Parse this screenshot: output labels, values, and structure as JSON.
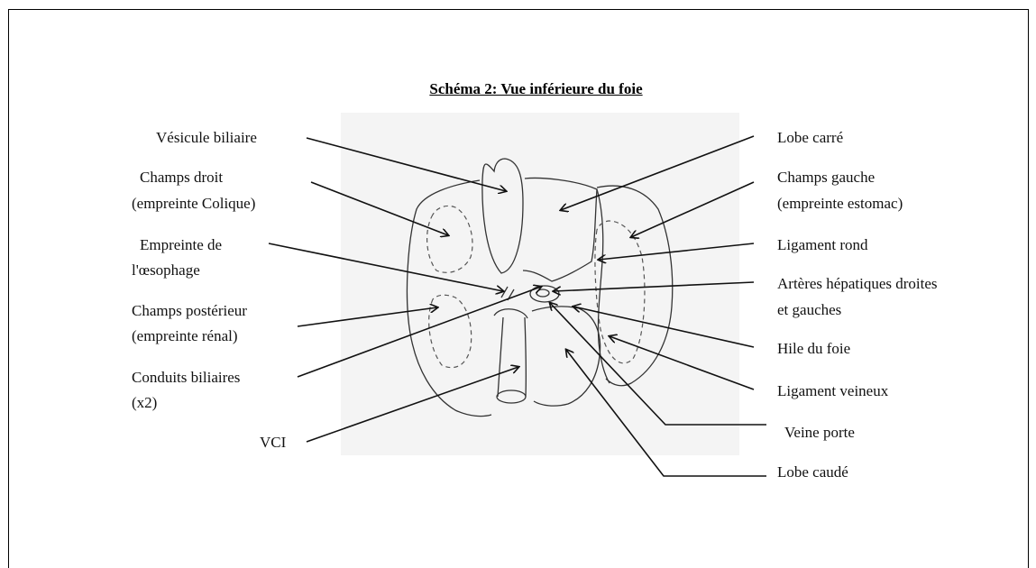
{
  "title": "Schéma 2: Vue inférieure du foie",
  "left_labels": {
    "vesicule": "Vésicule biliaire",
    "champs_droit_1": "Champs droit",
    "champs_droit_2": "(empreinte Colique)",
    "oesophage_1": "Empreinte de",
    "oesophage_2": "l'œsophage",
    "posterieur_1": "Champs postérieur",
    "posterieur_2": "(empreinte rénal)",
    "conduits_1": "Conduits biliaires",
    "conduits_2": "(x2)",
    "vci": "VCI"
  },
  "right_labels": {
    "lobe_carre": "Lobe carré",
    "champs_gauche_1": "Champs gauche",
    "champs_gauche_2": "(empreinte estomac)",
    "ligament_rond": "Ligament rond",
    "arteres_1": "Artères hépatiques droites",
    "arteres_2": "et gauches",
    "hile": "Hile du foie",
    "ligament_veineux": "Ligament veineux",
    "veine_porte": "Veine porte",
    "lobe_caude": "Lobe caudé"
  }
}
